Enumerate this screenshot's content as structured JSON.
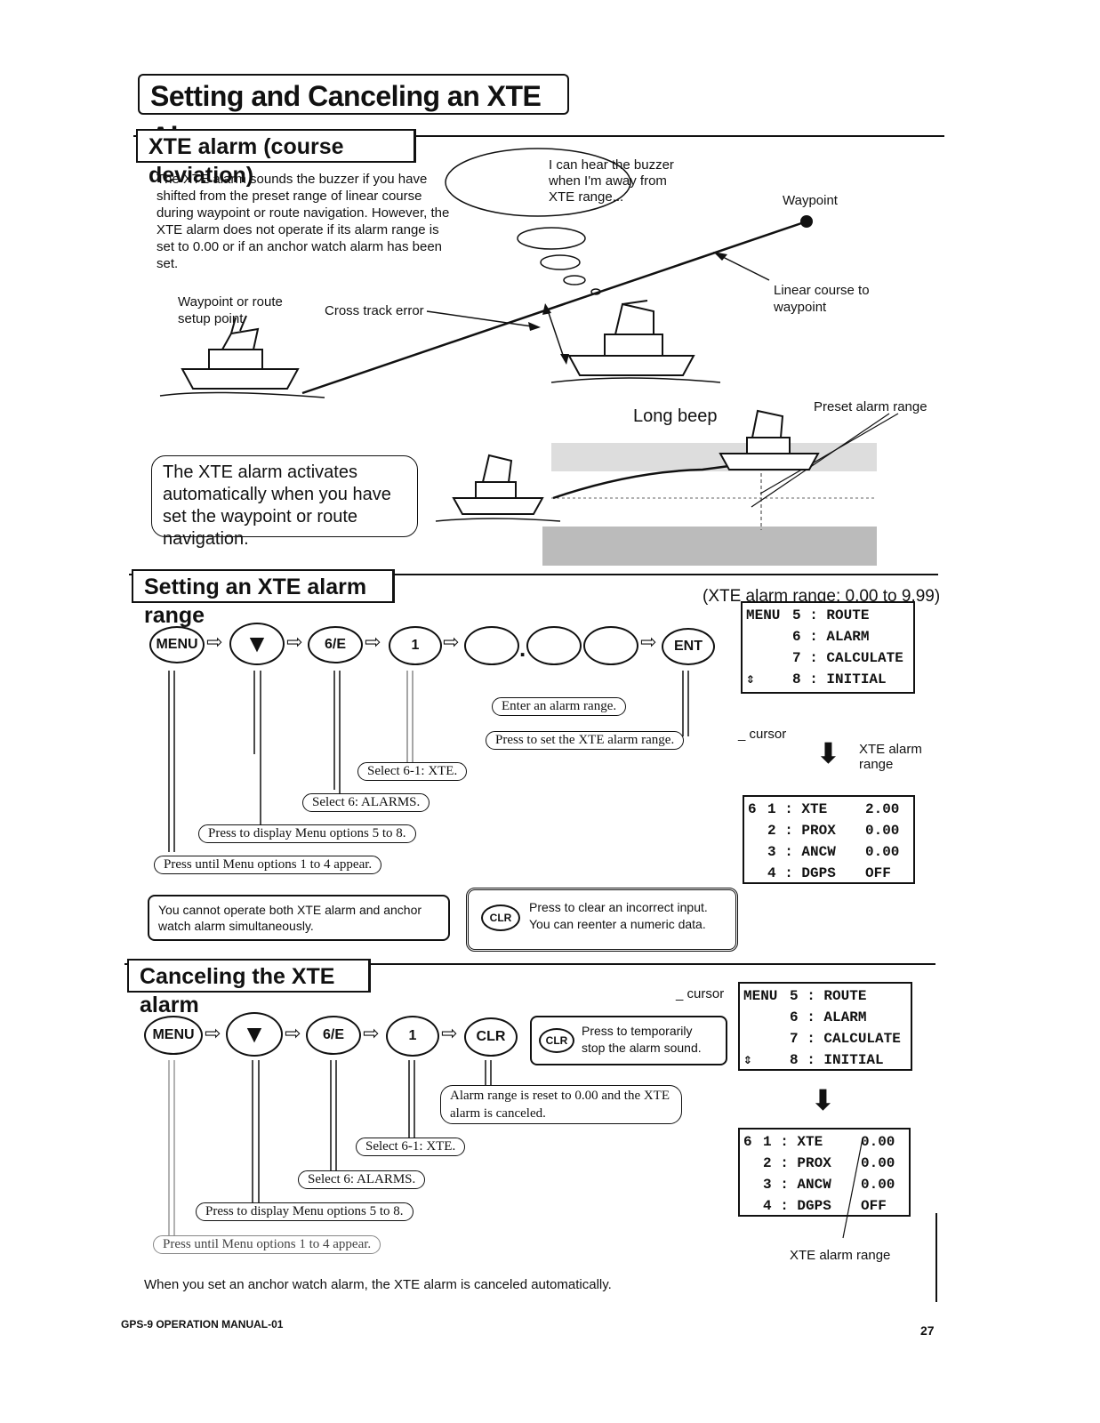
{
  "page_title": "Setting and Canceling an XTE Alarm",
  "sec1": {
    "heading": "XTE alarm (course deviation)",
    "intro": "The XTE alarm sounds the buzzer if you have shifted from the preset range of linear course during waypoint or route navigation. However, the XTE alarm does not operate if its alarm range is set to 0.00 or if an anchor watch alarm has been set.",
    "thought_bubble": "I can hear the buzzer when I'm away from XTE range...",
    "label_waypoint": "Waypoint",
    "label_waypoint_or_route": "Waypoint or route setup point",
    "label_cross_track": "Cross track error",
    "label_linear_course": "Linear course to waypoint",
    "label_long_beep": "Long beep",
    "label_preset_range": "Preset alarm range",
    "auto_note": "The XTE alarm activates automatically when you have set the waypoint or route navigation."
  },
  "sec2": {
    "heading": "Setting an XTE alarm range",
    "range_note": "(XTE alarm range: 0.00 to 9.99)",
    "keys": {
      "menu": "MENU",
      "down": "▼",
      "six_e": "6/E",
      "one": "1",
      "ent": "ENT",
      "dot": "."
    },
    "callouts": {
      "enter_range": "Enter an alarm range.",
      "press_set": "Press to set the XTE alarm range.",
      "select_61": "Select 6-1: XTE.",
      "select_6": "Select 6: ALARMS.",
      "press_display": "Press to display Menu options 5 to 8.",
      "press_until": "Press until Menu options 1 to 4 appear."
    },
    "lcd_menu": [
      {
        "a": "MENU",
        "b": "5 : ROUTE"
      },
      {
        "a": "",
        "b": "6 : ALARM"
      },
      {
        "a": "",
        "b": "7 : CALCULATE"
      },
      {
        "a": "⇕",
        "b": "8 : INITIAL"
      }
    ],
    "cursor_label": "cursor",
    "xte_range_label": "XTE alarm range",
    "lcd_alarm": [
      {
        "a": "6",
        "b": "1 : XTE",
        "c": "2.00"
      },
      {
        "a": "",
        "b": "2 : PROX",
        "c": "0.00"
      },
      {
        "a": "",
        "b": "3 : ANCW",
        "c": "0.00"
      },
      {
        "a": "",
        "b": "4 : DGPS",
        "c": "OFF"
      }
    ],
    "warn_note": "You cannot operate both XTE alarm and anchor watch alarm simultaneously.",
    "clr_key": "CLR",
    "clr_note": "Press to clear an incorrect input. You can reenter a numeric data."
  },
  "sec3": {
    "heading": "Canceling the XTE alarm",
    "cursor_label": "cursor",
    "keys": {
      "menu": "MENU",
      "down": "▼",
      "six_e": "6/E",
      "one": "1",
      "clr": "CLR"
    },
    "clr_box_key": "CLR",
    "clr_box_note": "Press to temporarily stop the alarm sound.",
    "callouts": {
      "reset": "Alarm range is reset to 0.00 and the XTE alarm is canceled.",
      "select_61": "Select 6-1: XTE.",
      "select_6": "Select 6: ALARMS.",
      "press_display": "Press to display Menu options 5 to 8.",
      "press_until": "Press until Menu options 1 to 4 appear."
    },
    "lcd_menu": [
      {
        "a": "MENU",
        "b": "5 : ROUTE"
      },
      {
        "a": "",
        "b": "6 : ALARM"
      },
      {
        "a": "",
        "b": "7 : CALCULATE"
      },
      {
        "a": "⇕",
        "b": "8 : INITIAL"
      }
    ],
    "lcd_alarm": [
      {
        "a": "6",
        "b": "1 : XTE",
        "c": "0.00"
      },
      {
        "a": "",
        "b": "2 : PROX",
        "c": "0.00"
      },
      {
        "a": "",
        "b": "3 : ANCW",
        "c": "0.00"
      },
      {
        "a": "",
        "b": "4 : DGPS",
        "c": "OFF"
      }
    ],
    "xte_range_label": "XTE alarm range",
    "anchor_note": "When you set an anchor watch alarm, the XTE alarm is canceled automatically."
  },
  "footer": {
    "manual": "GPS-9 OPERATION MANUAL-01",
    "page": "27"
  }
}
